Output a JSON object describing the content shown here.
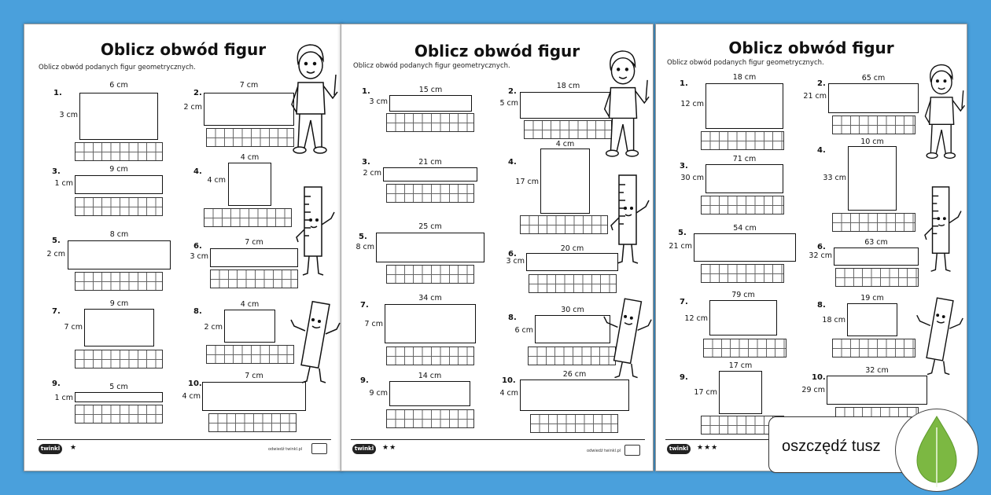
{
  "sheets": [
    {
      "title": "Oblicz obwód figur",
      "instruction": "Oblicz obwód podanych figur geometrycznych.",
      "stars": "★",
      "site": "odwiedź twinkl.pl",
      "tasks": [
        {
          "num": "1.",
          "top": "6 cm",
          "side": "3 cm"
        },
        {
          "num": "2.",
          "top": "7 cm",
          "side": "2 cm"
        },
        {
          "num": "3.",
          "top": "9 cm",
          "side": "1 cm"
        },
        {
          "num": "4.",
          "top": "4 cm",
          "side": "4 cm"
        },
        {
          "num": "5.",
          "top": "8 cm",
          "side": "2 cm"
        },
        {
          "num": "6.",
          "top": "7 cm",
          "side": "3 cm"
        },
        {
          "num": "7.",
          "top": "9 cm",
          "side": "7 cm"
        },
        {
          "num": "8.",
          "top": "4 cm",
          "side": "2 cm"
        },
        {
          "num": "9.",
          "top": "5 cm",
          "side": "1 cm"
        },
        {
          "num": "10.",
          "top": "7 cm",
          "side": "4 cm"
        }
      ]
    },
    {
      "title": "Oblicz obwód figur",
      "instruction": "Oblicz obwód podanych figur geometrycznych.",
      "stars": "★★",
      "site": "odwiedź twinkl.pl",
      "tasks": [
        {
          "num": "1.",
          "top": "15 cm",
          "side": "3 cm"
        },
        {
          "num": "2.",
          "top": "18 cm",
          "side": "5 cm"
        },
        {
          "num": "3.",
          "top": "21 cm",
          "side": "2 cm"
        },
        {
          "num": "4.",
          "top": "4 cm",
          "side": "17 cm"
        },
        {
          "num": "5.",
          "top": "25 cm",
          "side": "8 cm"
        },
        {
          "num": "6.",
          "top": "20 cm",
          "side": "3 cm"
        },
        {
          "num": "7.",
          "top": "34 cm",
          "side": "7 cm"
        },
        {
          "num": "8.",
          "top": "30 cm",
          "side": "6 cm"
        },
        {
          "num": "9.",
          "top": "14 cm",
          "side": "9 cm"
        },
        {
          "num": "10.",
          "top": "26 cm",
          "side": "4 cm"
        }
      ]
    },
    {
      "title": "Oblicz obwód figur",
      "instruction": "Oblicz obwód podanych figur geometrycznych.",
      "stars": "★★★",
      "site": "",
      "tasks": [
        {
          "num": "1.",
          "top": "18 cm",
          "side": "12 cm"
        },
        {
          "num": "2.",
          "top": "65 cm",
          "side": "21 cm"
        },
        {
          "num": "3.",
          "top": "71 cm",
          "side": "30 cm"
        },
        {
          "num": "4.",
          "top": "10 cm",
          "side": "33 cm"
        },
        {
          "num": "5.",
          "top": "54 cm",
          "side": "21 cm"
        },
        {
          "num": "6.",
          "top": "63 cm",
          "side": "32 cm"
        },
        {
          "num": "7.",
          "top": "79 cm",
          "side": "12 cm"
        },
        {
          "num": "8.",
          "top": "19 cm",
          "side": "18 cm"
        },
        {
          "num": "9.",
          "top": "17 cm",
          "side": "17 cm"
        },
        {
          "num": "10.",
          "top": "32 cm",
          "side": "29 cm"
        }
      ]
    }
  ],
  "logo_text": "twinkl",
  "save_ink_label": "oszczędź tusz",
  "colors": {
    "background": "#4aa0dc",
    "leaf": "#7cb842"
  },
  "icons": [
    "boy-with-pointer-icon",
    "ruler-character-icon",
    "leaf-icon",
    "twinkl-logo-icon"
  ]
}
